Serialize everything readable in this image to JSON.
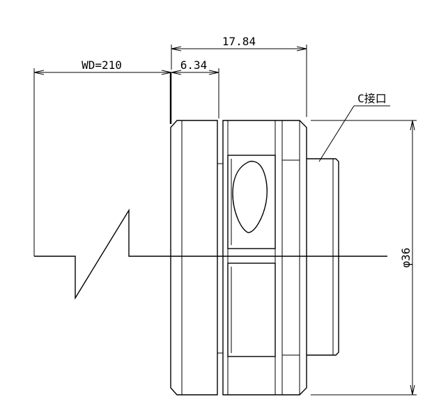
{
  "dimensions": {
    "overall_length": "17.84",
    "front_offset": "6.34",
    "working_distance": "WD=210",
    "diameter": "φ36",
    "mount_label": "C接口"
  },
  "colors": {
    "line": "#000000",
    "background": "#ffffff"
  }
}
